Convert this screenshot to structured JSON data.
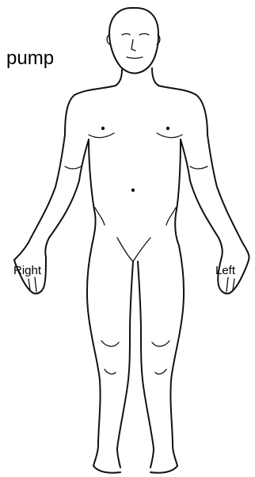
{
  "labels": {
    "title": "pump",
    "right": "Right",
    "left": "Left"
  }
}
